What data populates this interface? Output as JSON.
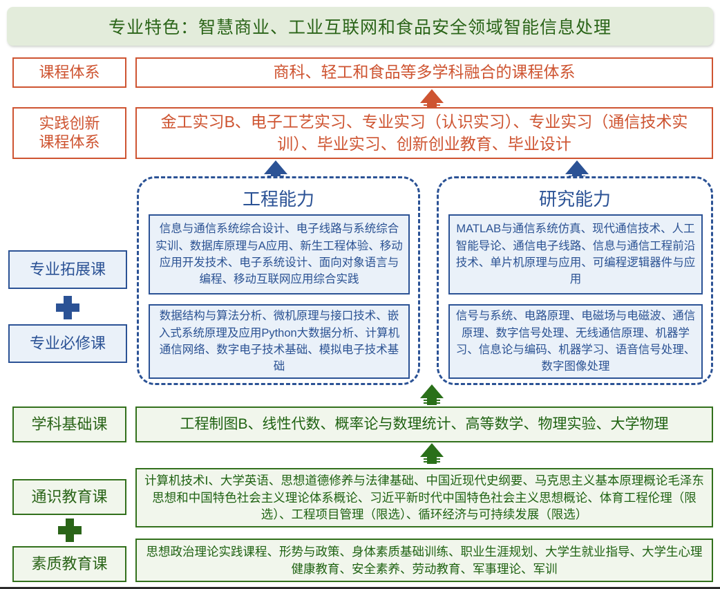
{
  "banner": {
    "text": "专业特色：智慧商业、工业互联网和食品安全领域智能信息处理"
  },
  "rows": {
    "curriculum_system": {
      "label": "课程体系",
      "content": "商科、轻工和食品等多学科融合的课程体系"
    },
    "practice_innovation": {
      "label_line1": "实践创新",
      "label_line2": "课程体系",
      "content": "金工实习B、电子工艺实习、专业实习（认识实习）、专业实习（通信技术实训）、毕业实习、创新创业教育、毕业设计"
    },
    "subject_foundation": {
      "label": "学科基础课",
      "content": "工程制图B、线性代数、概率论与数理统计、高等数学、物理实验、大学物理"
    },
    "general_education": {
      "label": "通识教育课",
      "content": "计算机技术I、大学英语、思想道德修养与法律基础、中国近现代史纲要、马克思主义基本原理概论毛泽东思想和中国特色社会主义理论体系概论、习近平新时代中国特色社会主义思想概论、体育工程伦理（限选）、工程项目管理（限选）、循环经济与可持续发展（限选）"
    },
    "quality_education": {
      "label": "素质教育课",
      "content": "思想政治理论实践课程、形势与政策、身体素质基础训练、职业生涯规划、大学生就业指导、大学生心理健康教育、安全素养、劳动教育、军事理论、军训"
    }
  },
  "side_labels": {
    "extension_course": "专业拓展课",
    "required_course": "专业必修课",
    "plus_blue": "+",
    "plus_green": "+"
  },
  "capabilities": [
    {
      "title": "工程能力",
      "upper_box": "信息与通信系统综合设计、电子线路与系统综合实训、数据库原理与A应用、新生工程体验、移动应用开发技术、电子系统设计、面向对象语言与编程、移动互联网应用综合实践",
      "lower_box": "数据结构与算法分析、微机原理与接口技术、嵌入式系统原理及应用Python大数据分析、计算机通信网络、数字电子技术基础、模拟电子技术基础"
    },
    {
      "title": "研究能力",
      "upper_box": "MATLAB与通信系统仿真、现代通信技术、人工智能导论、通信电子线路、信息与通信工程前沿技术、单片机原理与应用、可编程逻辑器件与应用",
      "lower_box": "信号与系统、电路原理、电磁场与电磁波、通信原理、数字信号处理、无线通信原理、机器学习、信息论与编码、机器学习、语音信号处理、数字图像处理"
    }
  ],
  "arrows": [
    {
      "name": "arrow-practice-to-curriculum",
      "color": "#ce5431"
    },
    {
      "name": "arrow-engineering-to-practice",
      "color": "#2b5295"
    },
    {
      "name": "arrow-research-to-practice",
      "color": "#2b5295"
    },
    {
      "name": "arrow-foundation-to-capability",
      "color": "#2a7019"
    },
    {
      "name": "arrow-general-to-foundation",
      "color": "#2a7019"
    }
  ],
  "colors": {
    "banner_bg": "#e3ecdb",
    "green_text": "#2a6418",
    "green_border": "#32701c",
    "green_fill": "#f1f6ec",
    "orange": "#ce5431",
    "blue": "#2b5295",
    "blue_fill": "#eaf1f9"
  }
}
